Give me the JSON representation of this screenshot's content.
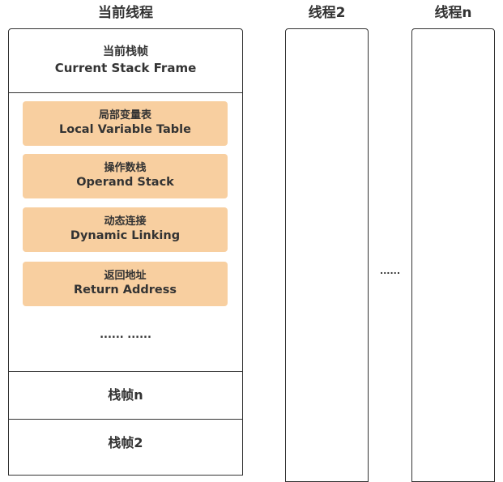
{
  "current_thread": {
    "title": "当前线程",
    "current_frame": {
      "zh": "当前栈帧",
      "en": "Current Stack Frame"
    },
    "slots": [
      {
        "zh": "局部变量表",
        "en": "Local Variable Table"
      },
      {
        "zh": "操作数栈",
        "en": "Operand Stack"
      },
      {
        "zh": "动态连接",
        "en": "Dynamic Linking"
      },
      {
        "zh": "返回地址",
        "en": "Return Address"
      }
    ],
    "slot_ellipsis": "...... ......",
    "frames": [
      "栈帧n",
      "栈帧2"
    ]
  },
  "threads": [
    {
      "title": "线程2"
    },
    {
      "title": "线程n"
    }
  ],
  "between_ellipsis": "......",
  "colors": {
    "slot_fill": "#f8cfa0",
    "stroke": "#333333",
    "text": "#333333"
  }
}
